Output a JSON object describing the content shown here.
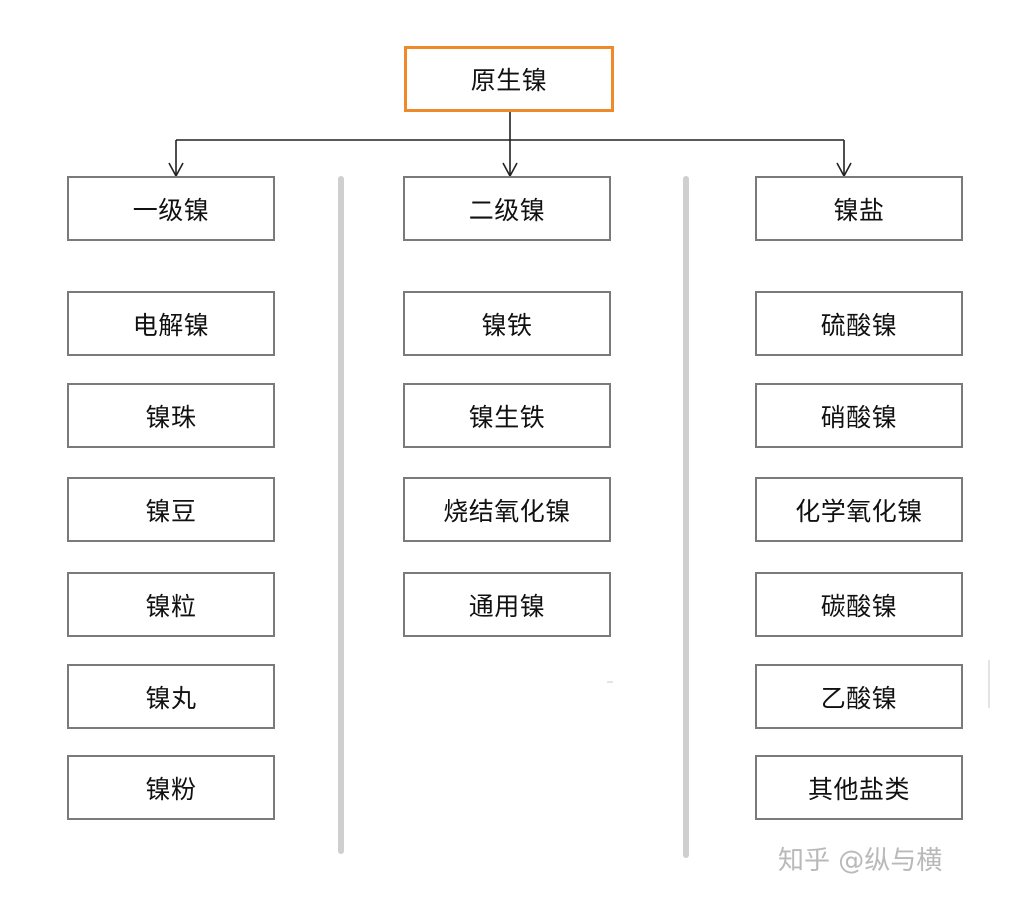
{
  "root": {
    "label": "原生镍",
    "border_color": "#ef8a2a"
  },
  "columns": [
    {
      "header": "一级镍",
      "items": [
        "电解镍",
        "镍珠",
        "镍豆",
        "镍粒",
        "镍丸",
        "镍粉"
      ]
    },
    {
      "header": "二级镍",
      "items": [
        "镍铁",
        "镍生铁",
        "烧结氧化镍",
        "通用镍"
      ]
    },
    {
      "header": "镍盐",
      "items": [
        "硫酸镍",
        "硝酸镍",
        "化学氧化镍",
        "碳酸镍",
        "乙酸镍",
        "其他盐类"
      ]
    }
  ],
  "watermark": "知乎 @纵与横",
  "colors": {
    "box_border": "#7a7a7a",
    "divider": "#cfcfcf",
    "connector": "#222222"
  }
}
